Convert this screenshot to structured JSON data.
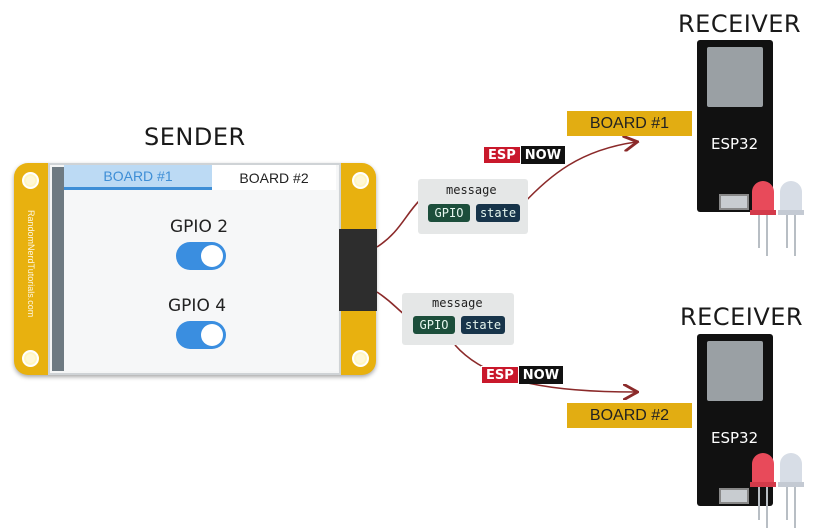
{
  "sender": {
    "title": "SENDER",
    "tabs": [
      "BOARD #1",
      "BOARD #2"
    ],
    "gpio": [
      "GPIO 2",
      "GPIO 4"
    ],
    "side_text": "RandomNerdTutorials.com"
  },
  "messages": [
    {
      "title": "message",
      "fields": [
        "GPIO",
        "state"
      ]
    },
    {
      "title": "message",
      "fields": [
        "GPIO",
        "state"
      ]
    }
  ],
  "protocol": {
    "esp": "ESP",
    "now": "NOW"
  },
  "receivers": [
    {
      "title": "RECEIVER",
      "label": "BOARD #1",
      "board": "ESP32"
    },
    {
      "title": "RECEIVER",
      "label": "BOARD #2",
      "board": "ESP32"
    }
  ],
  "colors": {
    "yellow": "#e2ad12",
    "blue": "#3a8ee0",
    "arrow": "#8b2a2a",
    "esp_red": "#c9182b",
    "led_red": "#e84a5a",
    "led_clear": "#d7dde6"
  }
}
